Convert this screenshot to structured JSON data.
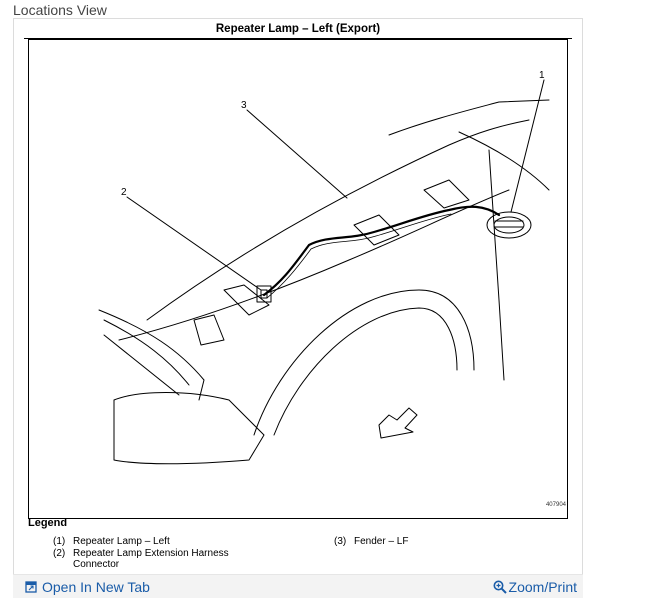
{
  "view_title": "Locations View",
  "diagram": {
    "title": "Repeater Lamp – Left (Export)",
    "figure_id": "407904",
    "callouts": [
      "1",
      "2",
      "3"
    ]
  },
  "legend": {
    "heading": "Legend",
    "items": [
      {
        "num": "(1)",
        "text": "Repeater Lamp – Left"
      },
      {
        "num": "(2)",
        "text": "Repeater Lamp Extension Harness",
        "text2": "Connector"
      },
      {
        "num": "(3)",
        "text": "Fender – LF"
      }
    ]
  },
  "toolbar": {
    "open_tab_label": "Open In New Tab",
    "zoom_print_label": "Zoom/Print"
  },
  "icons": {
    "open_tab": "open-in-new-tab-icon",
    "zoom": "zoom-icon"
  },
  "colors": {
    "link": "#1a5ca8",
    "toolbar_bg": "#f3f3f3"
  }
}
